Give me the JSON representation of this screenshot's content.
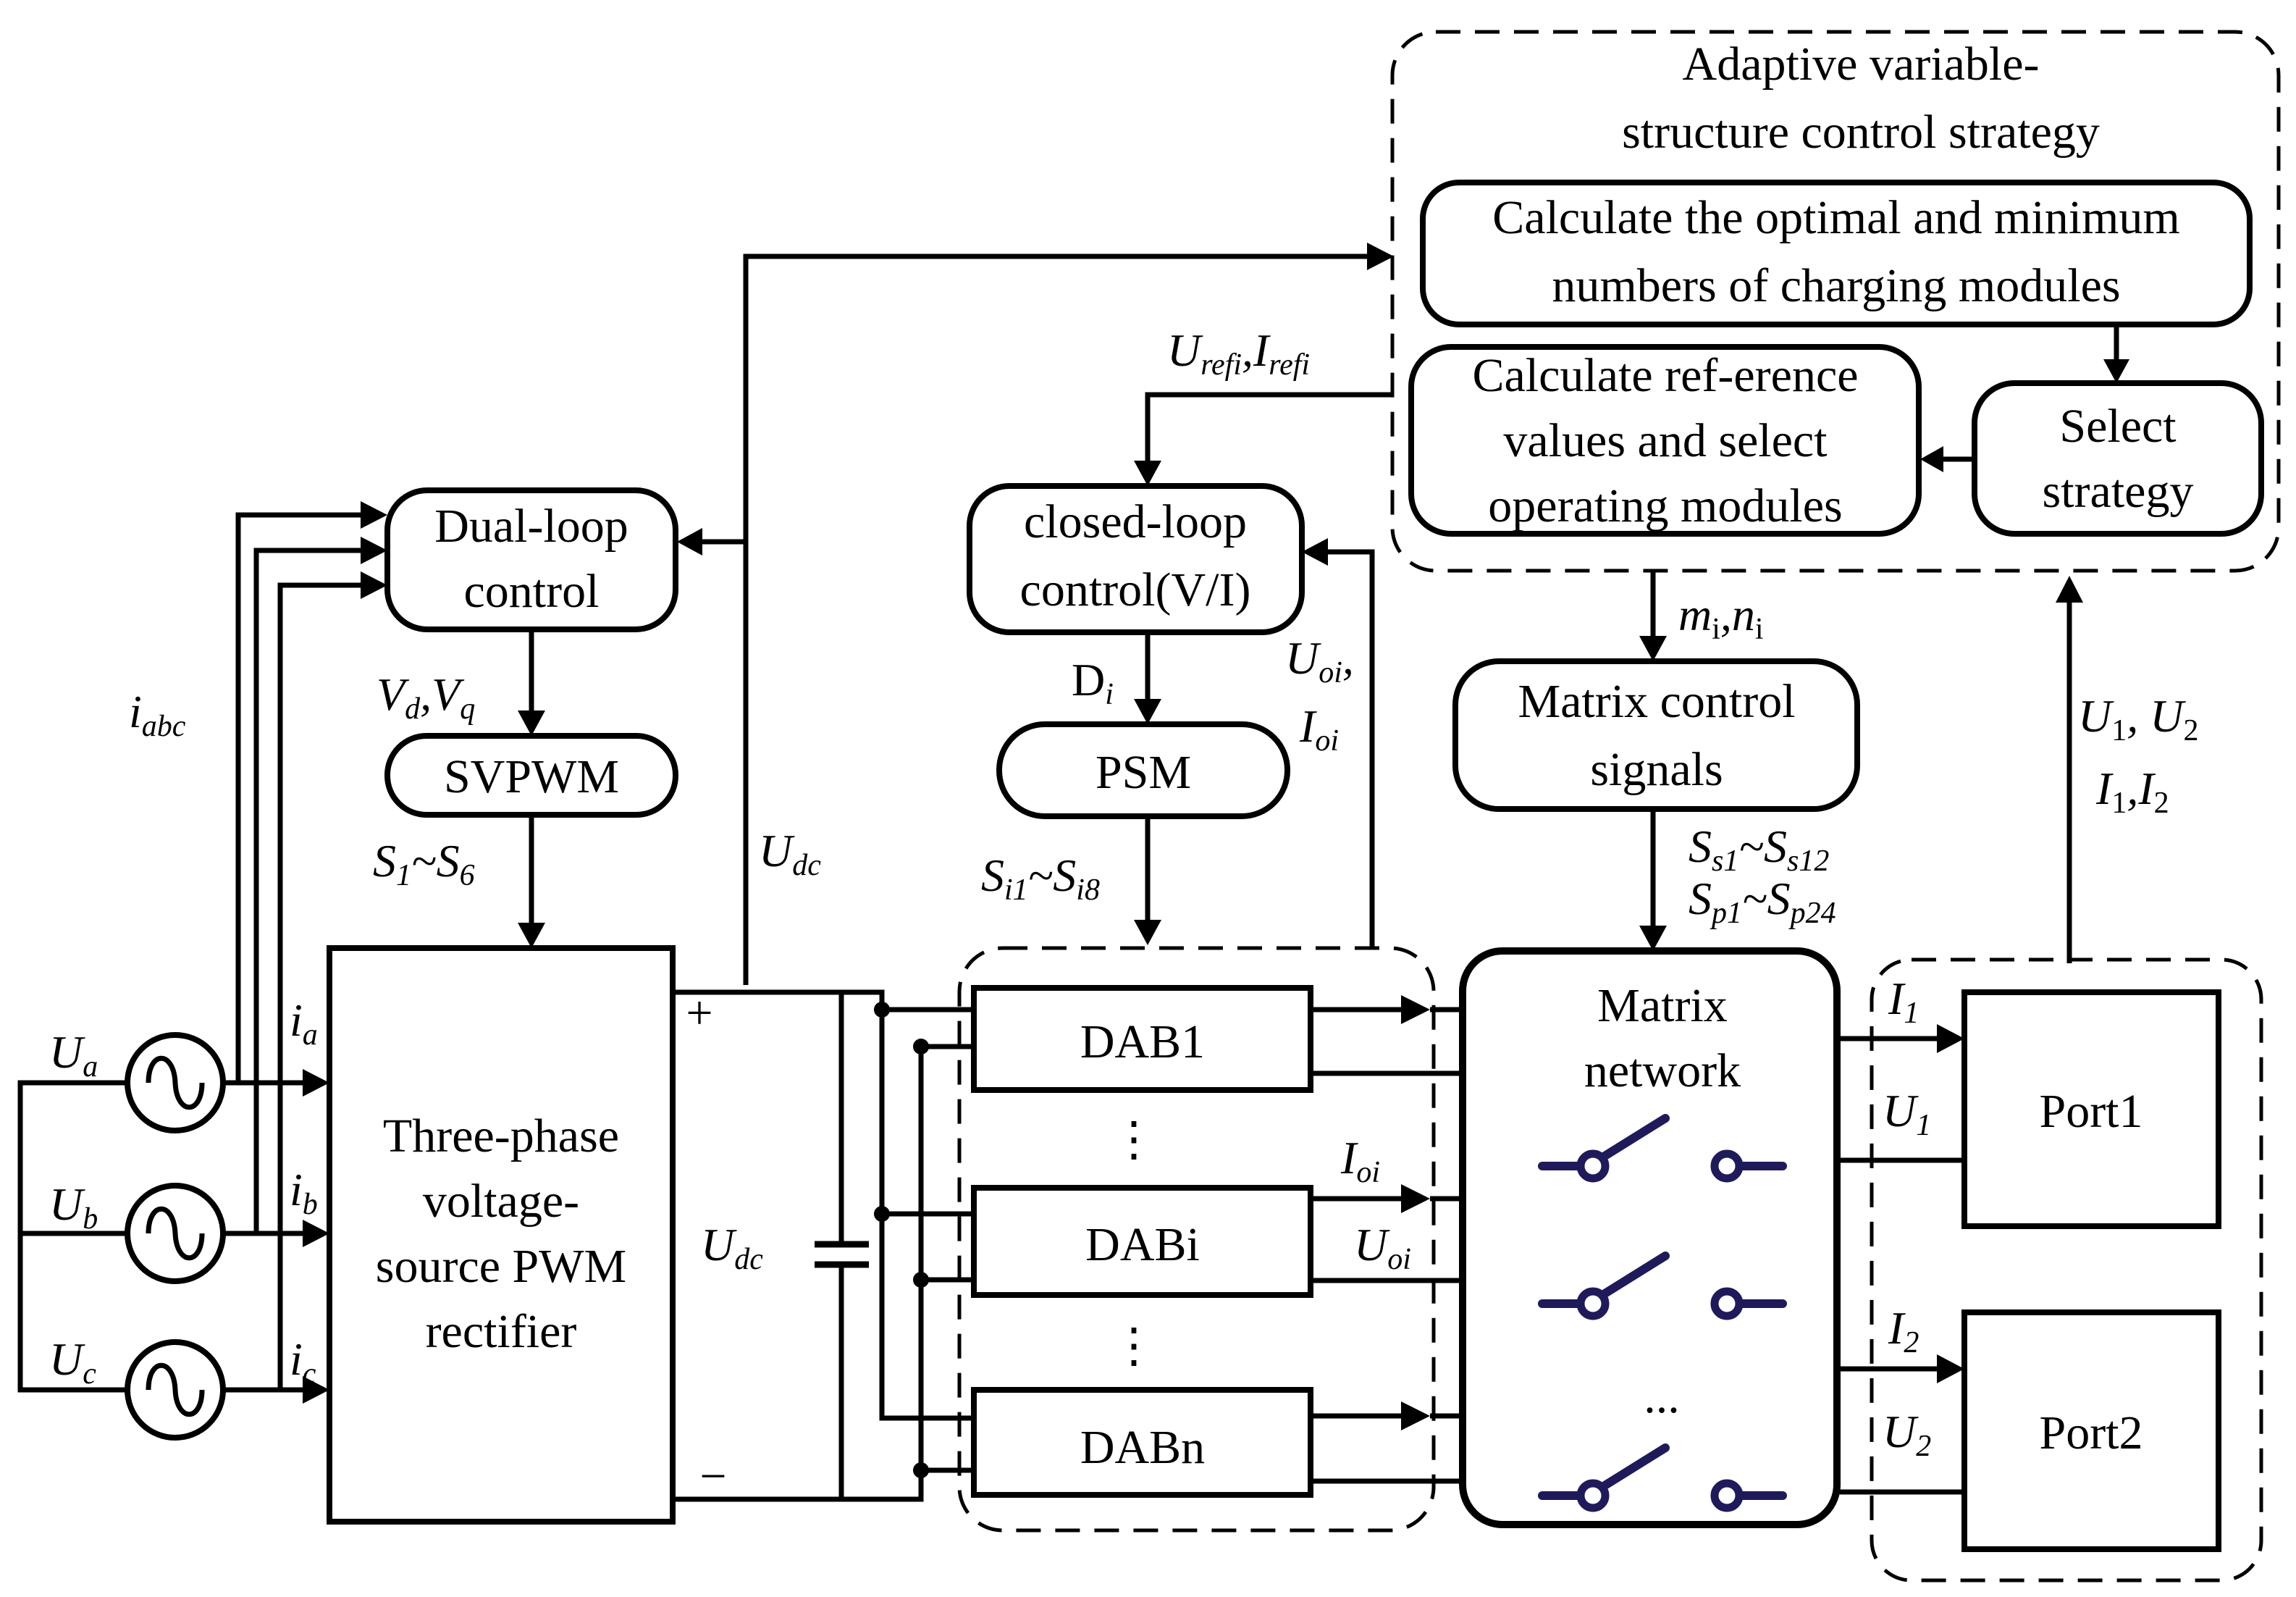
{
  "strategy_block": {
    "title_line1": "Adaptive variable-",
    "title_line2": "structure control strategy",
    "calc_optimal": {
      "line1": "Calculate the optimal and minimum",
      "line2": "numbers of charging modules"
    },
    "calc_reference": {
      "line1": "Calculate ref-erence",
      "line2": "values and select",
      "line3": "operating modules"
    },
    "select_strategy": {
      "line1": "Select",
      "line2": "strategy"
    }
  },
  "rectifier_control": {
    "dual_loop": {
      "line1": "Dual-loop",
      "line2": "control"
    },
    "svpwm": "SVPWM",
    "rectifier": {
      "line1": "Three-phase",
      "line2": "voltage-",
      "line3": "source PWM",
      "line4": "rectifier"
    },
    "plus": "+",
    "minus": "−"
  },
  "dab_control": {
    "closed_loop": {
      "line1": "closed-loop",
      "line2": "control(V/I)"
    },
    "psm": "PSM",
    "modules": [
      "DAB1",
      "DABi",
      "DABn"
    ],
    "ellipsis": "⋮"
  },
  "matrix": {
    "control_signals": {
      "line1": "Matrix control",
      "line2": "signals"
    },
    "network": {
      "line1": "Matrix",
      "line2": "network"
    },
    "ellipsis": "..."
  },
  "ports": [
    "Port1",
    "Port2"
  ],
  "signals": {
    "iabc": {
      "base": "i",
      "sub": "abc"
    },
    "ua": {
      "base": "U",
      "sub": "a"
    },
    "ub": {
      "base": "U",
      "sub": "b"
    },
    "uc": {
      "base": "U",
      "sub": "c"
    },
    "ia": {
      "base": "i",
      "sub": "a"
    },
    "ib": {
      "base": "i",
      "sub": "b"
    },
    "ic": {
      "base": "i",
      "sub": "c"
    },
    "vdvq": {
      "b1": "V",
      "s1": "d",
      "sep": ",",
      "b2": "V",
      "s2": "q"
    },
    "s1s6": {
      "b1": "S",
      "s1": "1",
      "sep": "~",
      "b2": "S",
      "s2": "6"
    },
    "udc_top": {
      "base": "U",
      "sub": "dc"
    },
    "udc_cap": {
      "base": "U",
      "sub": "dc"
    },
    "uref": {
      "b1": "U",
      "s1": "refi",
      "sep": ",",
      "b2": "I",
      "s2": "refi"
    },
    "di": {
      "base": "D",
      "sub": "i"
    },
    "uoi_ioi": {
      "b1": "U",
      "s1": "oi",
      "sep": ",",
      "b2": "I",
      "s2": "oi"
    },
    "si1si8": {
      "b1": "S",
      "s1": "i1",
      "sep": "~",
      "b2": "S",
      "s2": "i8"
    },
    "ioi": {
      "base": "I",
      "sub": "oi"
    },
    "uoi": {
      "base": "U",
      "sub": "oi"
    },
    "mini": {
      "b1": "m",
      "s1": "i",
      "sep": ",",
      "b2": "n",
      "s2": "i"
    },
    "ss": {
      "b1": "S",
      "s1": "s1",
      "sep": "~",
      "b2": "S",
      "s2": "s12"
    },
    "sp": {
      "b1": "S",
      "s1": "p1",
      "sep": "~",
      "b2": "S",
      "s2": "p24"
    },
    "u1u2": {
      "b1": "U",
      "s1": "1",
      "sep": ", ",
      "b2": "U",
      "s2": "2"
    },
    "i1i2": {
      "b1": "I",
      "s1": "1",
      "sep": ",",
      "b2": "I",
      "s2": "2"
    },
    "i1": {
      "base": "I",
      "sub": "1"
    },
    "u1": {
      "base": "U",
      "sub": "1"
    },
    "i2": {
      "base": "I",
      "sub": "2"
    },
    "u2": {
      "base": "U",
      "sub": "2"
    }
  },
  "colors": {
    "switch": "#1f1a5a",
    "line": "#000000"
  }
}
